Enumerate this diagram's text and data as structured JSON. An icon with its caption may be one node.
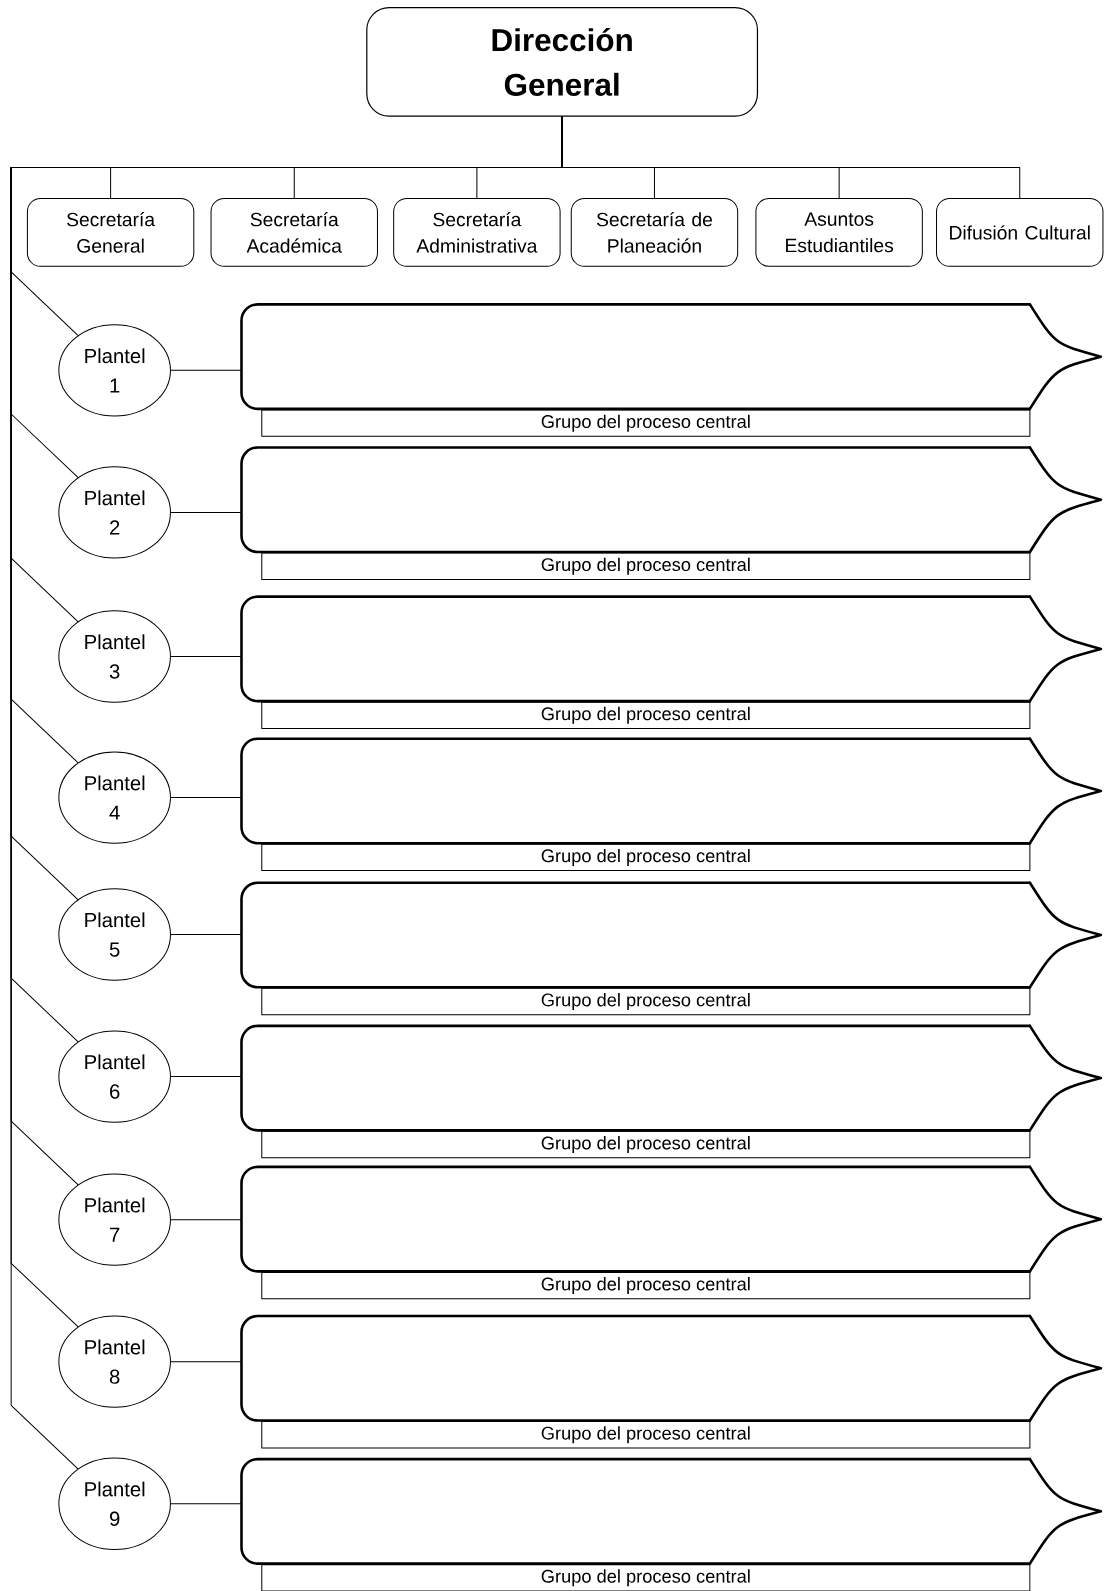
{
  "diagram": {
    "nodes": [
      {
        "text": [
          "Dirección General"
        ]
      },
      {
        "text": [
          "Secretaría General"
        ]
      },
      {
        "text": [
          "Secretaría Académica"
        ]
      },
      {
        "text": [
          "Secretaría Administrativa"
        ]
      },
      {
        "text": [
          "Secretaría de Planeación"
        ]
      },
      {
        "text": [
          "Asuntos Estudiantiles"
        ]
      },
      {
        "text": [
          "Difusión Cultural"
        ]
      },
      {
        "text": [
          "Plantel 1"
        ]
      },
      {
        "text": [],
        "shape": "chevron"
      },
      {
        "text": [
          "Grupo del proceso central"
        ]
      },
      {
        "text": [
          "Plantel 2"
        ]
      },
      {
        "text": [],
        "shape": "chevron"
      },
      {
        "text": [
          "Grupo del proceso central"
        ]
      },
      {
        "text": [
          "Plantel 3"
        ]
      },
      {
        "text": [],
        "shape": "chevron"
      },
      {
        "text": [
          "Grupo del proceso central"
        ]
      },
      {
        "text": [
          "Plantel 4"
        ]
      },
      {
        "text": [],
        "shape": "chevron"
      },
      {
        "text": [
          "Grupo del proceso central"
        ]
      },
      {
        "text": [
          "Plantel 5"
        ]
      },
      {
        "text": [],
        "shape": "chevron"
      },
      {
        "text": [
          "Grupo del proceso central"
        ]
      },
      {
        "text": [
          "Plantel 6"
        ]
      },
      {
        "text": [],
        "shape": "chevron"
      },
      {
        "text": [
          "Grupo del proceso central"
        ]
      },
      {
        "text": [
          "Plantel 7"
        ]
      },
      {
        "text": [],
        "shape": "chevron"
      },
      {
        "text": [
          "Grupo del proceso central"
        ]
      },
      {
        "text": [
          "Plantel 8"
        ]
      },
      {
        "text": [],
        "shape": "chevron"
      },
      {
        "text": [
          "Grupo del proceso central"
        ]
      },
      {
        "text": [
          "Plantel 9"
        ]
      },
      {
        "text": [],
        "shape": "chevron"
      },
      {
        "text": [
          "Grupo del proceso central"
        ]
      }
    ],
    "edges": [
      {
        "from": 0,
        "to": 1,
        "arrow": "none"
      },
      {
        "from": 0,
        "to": 2,
        "arrow": "none"
      },
      {
        "from": 0,
        "to": 3,
        "arrow": "none"
      },
      {
        "from": 0,
        "to": 4,
        "arrow": "none"
      },
      {
        "from": 0,
        "to": 5,
        "arrow": "none"
      },
      {
        "from": 0,
        "to": 6,
        "arrow": "none"
      },
      {
        "from": 0,
        "to": 7,
        "arrow": "none"
      },
      {
        "from": 0,
        "to": 10,
        "arrow": "none"
      },
      {
        "from": 0,
        "to": 13,
        "arrow": "none"
      },
      {
        "from": 0,
        "to": 16,
        "arrow": "none"
      },
      {
        "from": 0,
        "to": 19,
        "arrow": "none"
      },
      {
        "from": 0,
        "to": 22,
        "arrow": "none"
      },
      {
        "from": 0,
        "to": 25,
        "arrow": "none"
      },
      {
        "from": 0,
        "to": 28,
        "arrow": "none"
      },
      {
        "from": 0,
        "to": 31,
        "arrow": "none"
      },
      {
        "from": 7,
        "to": 8,
        "arrow": "none"
      },
      {
        "from": 10,
        "to": 11,
        "arrow": "none"
      },
      {
        "from": 13,
        "to": 14,
        "arrow": "none"
      },
      {
        "from": 16,
        "to": 17,
        "arrow": "none"
      },
      {
        "from": 19,
        "to": 20,
        "arrow": "none"
      },
      {
        "from": 22,
        "to": 23,
        "arrow": "none"
      },
      {
        "from": 25,
        "to": 26,
        "arrow": "none"
      },
      {
        "from": 28,
        "to": 29,
        "arrow": "none"
      },
      {
        "from": 31,
        "to": 32,
        "arrow": "none"
      }
    ]
  }
}
